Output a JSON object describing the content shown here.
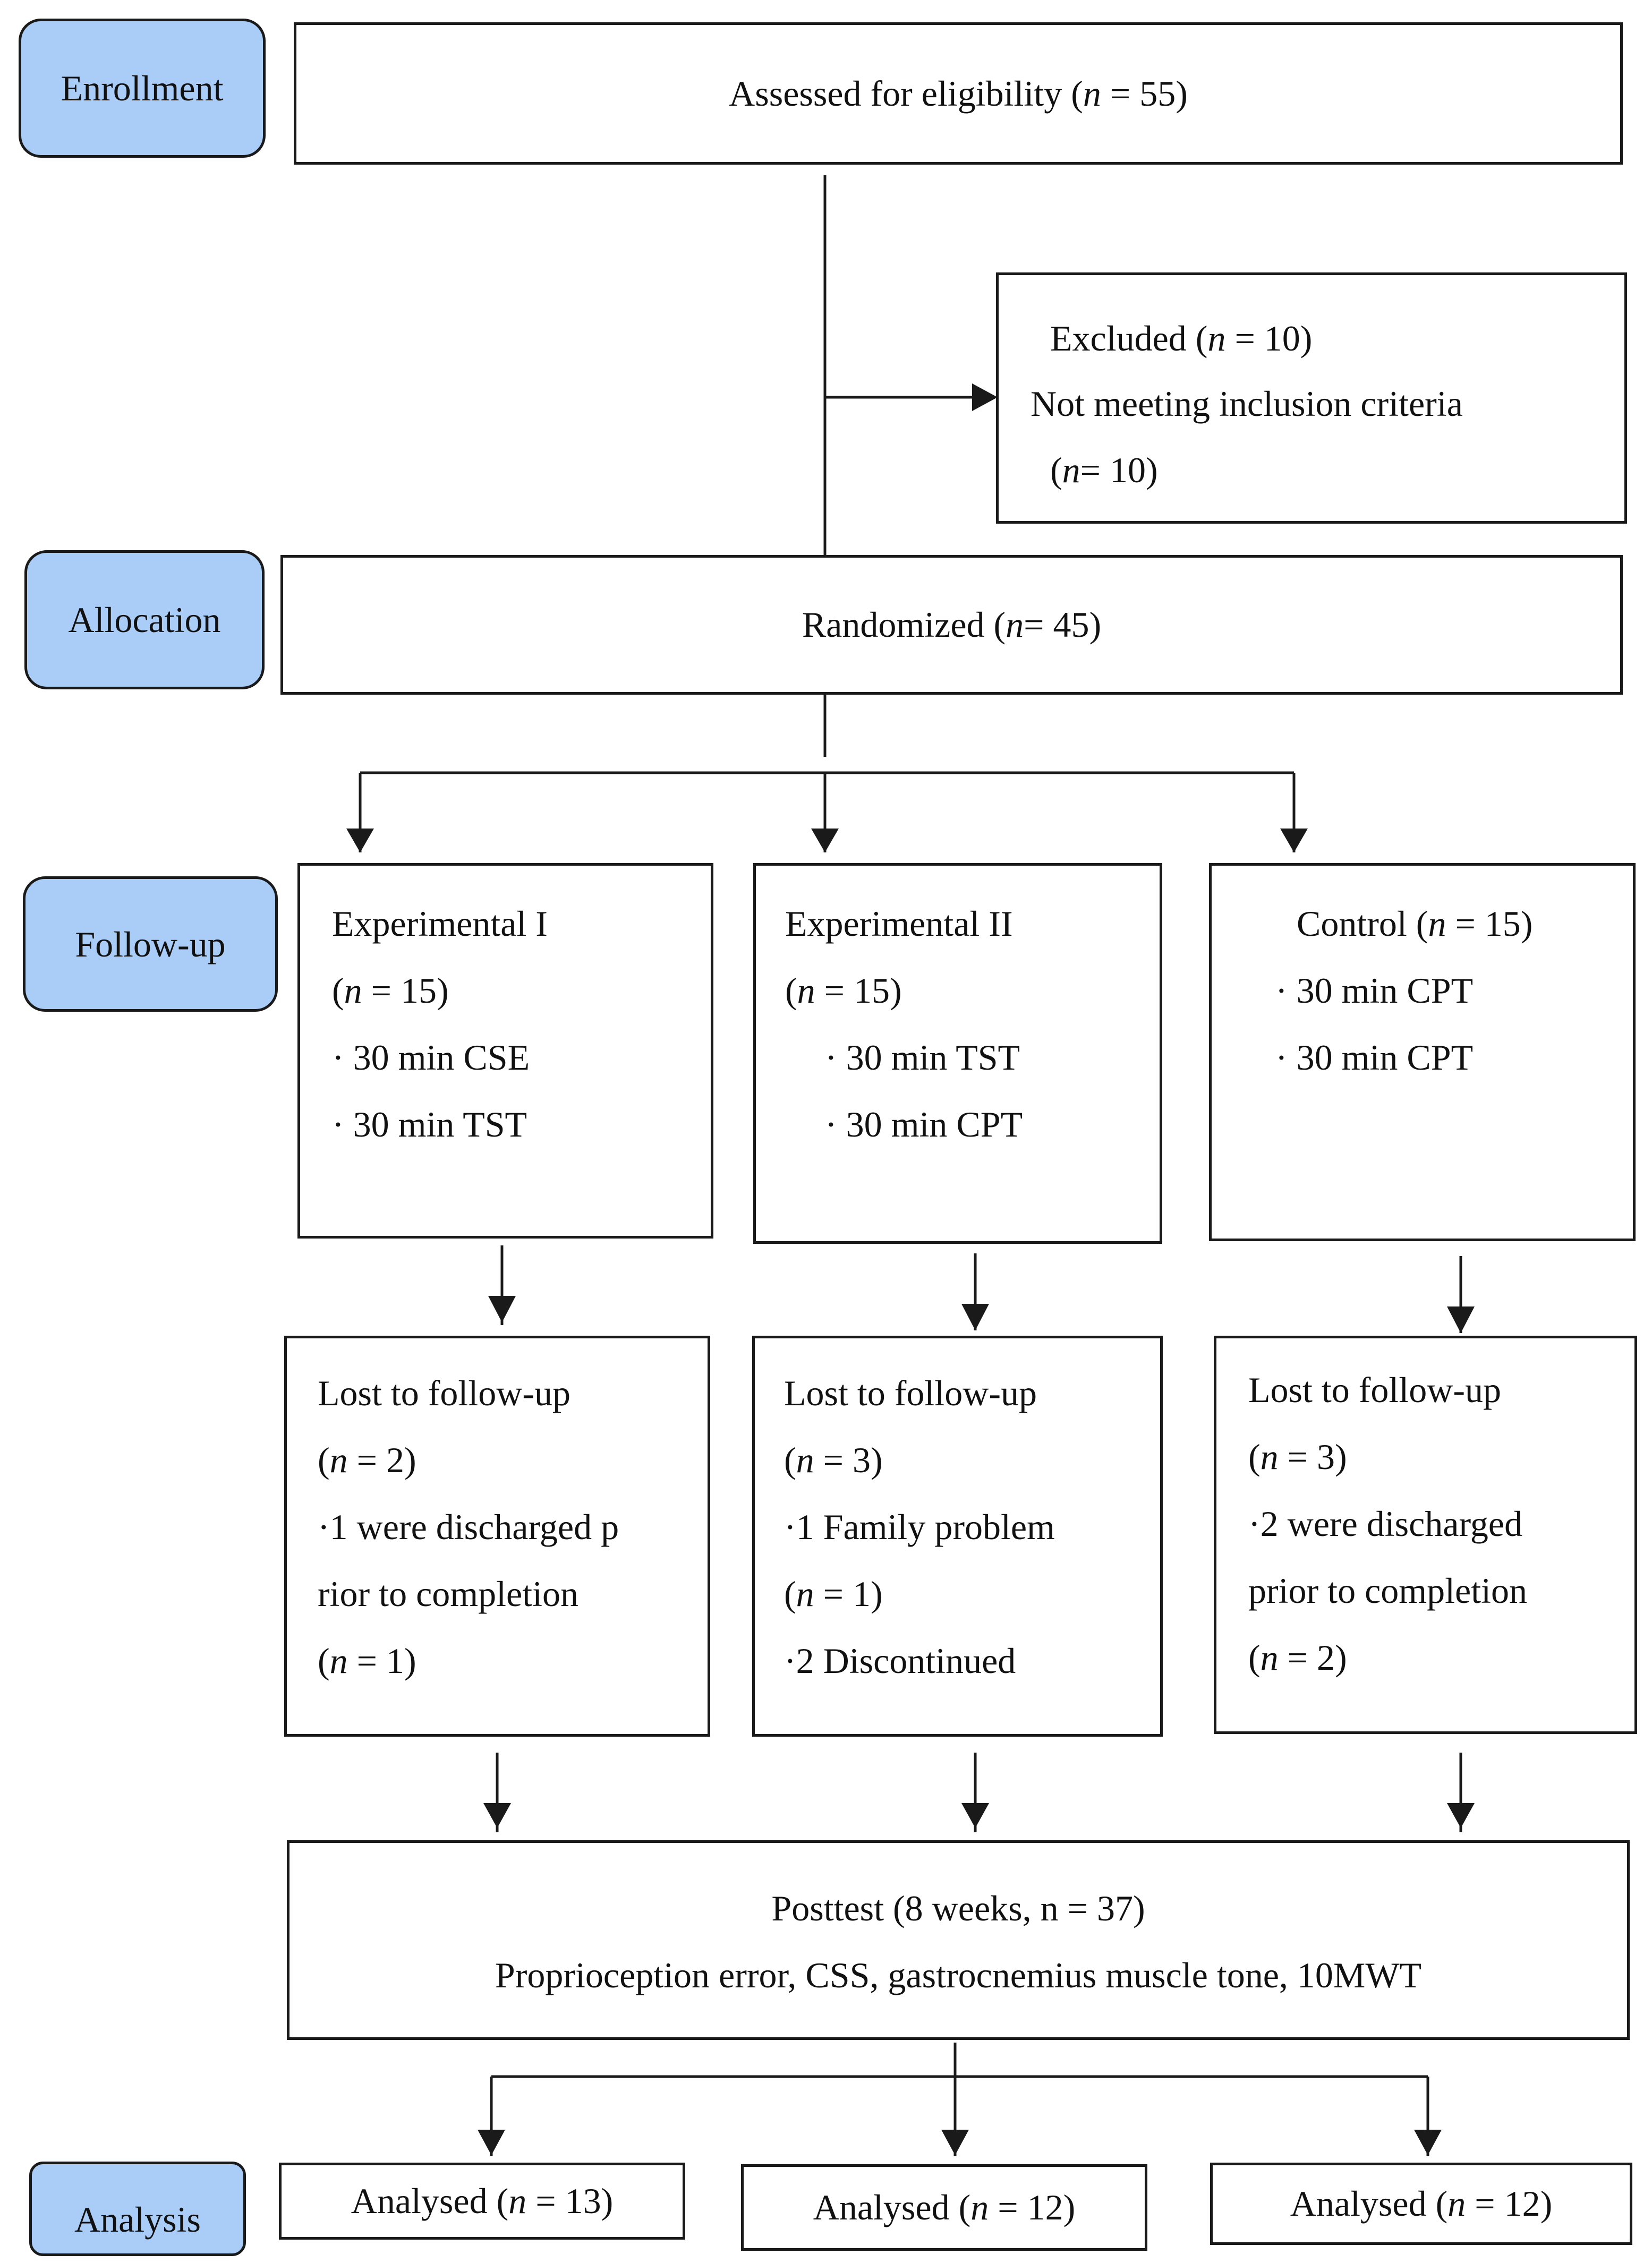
{
  "colors": {
    "stage_fill": "#a9cdf7",
    "line": "#1a1a1a",
    "text": "#111111"
  },
  "stages": {
    "enrollment": "Enrollment",
    "allocation": "Allocation",
    "followup": "Follow-up",
    "analysis": "Analysis"
  },
  "enrollment": {
    "assessed": {
      "pre": "Assessed for eligibility (",
      "n": "n",
      "post": " = 55)"
    },
    "excluded": {
      "l1": {
        "pre": "Excluded (",
        "n": "n",
        "post": " = 10)"
      },
      "l2": "Not meeting inclusion criteria",
      "l3": {
        "pre": "(",
        "n": "n",
        "post": "= 10)"
      }
    }
  },
  "allocation": {
    "randomized": {
      "pre": "Randomized (",
      "n": "n",
      "post": "= 45)"
    }
  },
  "groups": [
    {
      "title": "Experimental I",
      "n": {
        "pre": "(",
        "n": "n",
        "post": " = 15)"
      },
      "items": [
        "· 30 min CSE",
        "· 30 min TST"
      ]
    },
    {
      "title": "Experimental II",
      "n": {
        "pre": "(",
        "n": "n",
        "post": " = 15)"
      },
      "items": [
        "· 30 min TST",
        "· 30 min CPT"
      ]
    },
    {
      "title": {
        "pre": "Control (",
        "n": "n",
        "post": " = 15)"
      },
      "items": [
        "· 30 min CPT",
        "· 30 min CPT"
      ]
    }
  ],
  "lost": [
    {
      "heading": "Lost to follow-up",
      "n": {
        "pre": "(",
        "n": "n",
        "post": " = 2)"
      },
      "l3": "·1 were discharged p",
      "l4": "rior to completion",
      "l5": {
        "pre": "(",
        "n": "n",
        "post": " = 1)"
      }
    },
    {
      "heading": "Lost to follow-up",
      "n": {
        "pre": "(",
        "n": "n",
        "post": " = 3)"
      },
      "l3": "·1 Family problem",
      "l4": {
        "pre": "(",
        "n": "n",
        "post": " = 1)"
      },
      "l5": "·2 Discontinued"
    },
    {
      "heading": "Lost to follow-up",
      "n": {
        "pre": "(",
        "n": "n",
        "post": " = 3)"
      },
      "l3": "·2 were discharged",
      "l4": "prior to completion",
      "l5": {
        "pre": "(",
        "n": "n",
        "post": " = 2)"
      }
    }
  ],
  "posttest": {
    "l1": "Posttest (8 weeks, n = 37)",
    "l2": "Proprioception error, CSS, gastrocnemius muscle tone, 10MWT"
  },
  "analysed": [
    {
      "pre": "Analysed (",
      "n": "n",
      "post": " = 13)"
    },
    {
      "pre": "Analysed (",
      "n": "n",
      "post": " = 12)"
    },
    {
      "pre": "Analysed (",
      "n": "n",
      "post": " = 12)"
    }
  ]
}
